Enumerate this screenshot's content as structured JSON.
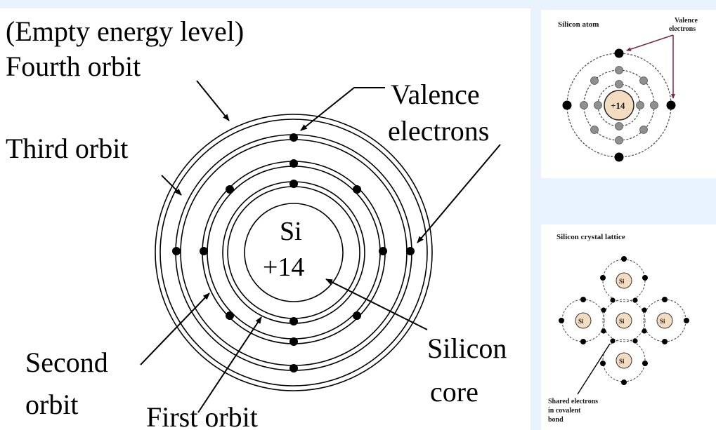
{
  "main_diagram": {
    "labels": {
      "empty_energy_level": "(Empty energy level)",
      "fourth_orbit": "Fourth orbit",
      "third_orbit": "Third orbit",
      "second_orbit_line1": "Second",
      "second_orbit_line2": "orbit",
      "first_orbit": "First orbit",
      "valence_line1": "Valence",
      "valence_line2": "electrons",
      "silicon_core_line1": "Silicon",
      "silicon_core_line2": "core",
      "nucleus_symbol": "Si",
      "nucleus_charge": "+14"
    },
    "electrons_per_orbit": {
      "first": 2,
      "second": 8,
      "third": 4,
      "fourth": 0
    }
  },
  "atom_inset": {
    "title": "Silicon atom",
    "valence_line1": "Valence",
    "valence_line2": "electrons",
    "nucleus_charge": "+14"
  },
  "lattice_inset": {
    "title": "Silicon crystal lattice",
    "atom_symbol": "Si",
    "caption_line1": "Shared electrons",
    "caption_line2": "in covalent",
    "caption_line3": "bond"
  },
  "colors": {
    "background": "#e9f3fd",
    "panel": "#ffffff",
    "ink": "#000000",
    "nucleus_fill": "#f3dcc0",
    "inner_electron": "#8f8f8f",
    "accent_arrow": "#7a2a4a"
  }
}
